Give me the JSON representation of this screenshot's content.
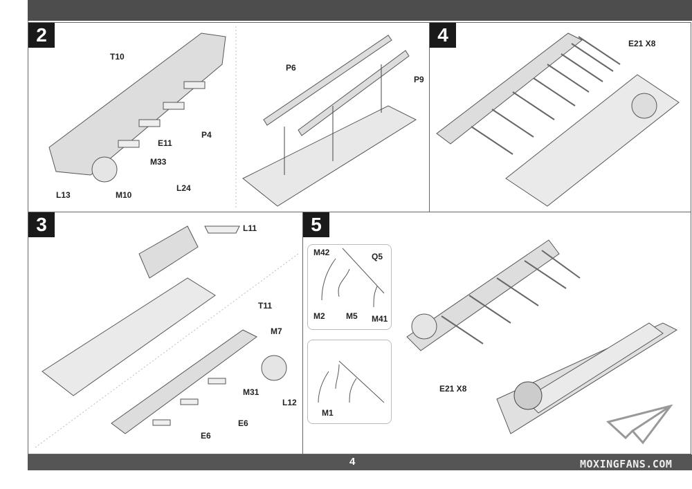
{
  "page_number": "4",
  "watermark": "MOXINGFANS.COM",
  "steps": {
    "step2": {
      "number": "2",
      "labels": [
        "T10",
        "P4",
        "E11",
        "M33",
        "L24",
        "L13",
        "M10"
      ]
    },
    "step2b": {
      "labels": [
        "P6",
        "P9"
      ]
    },
    "step4": {
      "number": "4",
      "labels": [
        "E21 X8"
      ]
    },
    "step3": {
      "number": "3",
      "labels": [
        "L11",
        "T11",
        "M7",
        "M31",
        "L12",
        "E6",
        "E6"
      ]
    },
    "step5": {
      "number": "5",
      "labels": [
        "M42",
        "Q5",
        "M2",
        "M5",
        "M41",
        "M1",
        "E21 X8"
      ]
    }
  }
}
